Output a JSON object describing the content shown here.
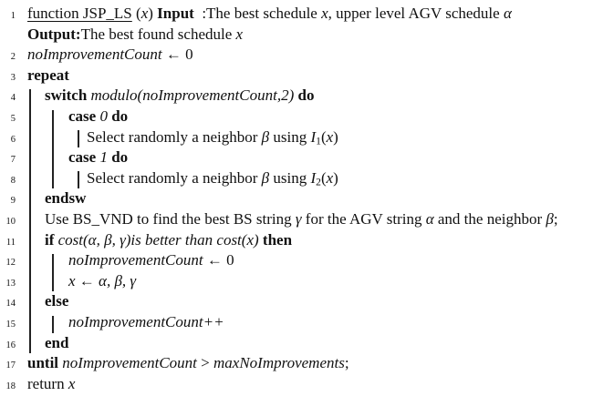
{
  "page": {
    "background": "#ffffff",
    "text_color": "#111111",
    "rule_color": "#222222"
  },
  "algorithm": {
    "function_name": "JSP_LS",
    "lines": [
      {
        "num": "1",
        "indent": 0,
        "segments": [
          {
            "t": "function JSP_LS",
            "s": "u"
          },
          {
            "t": " (",
            "s": ""
          },
          {
            "t": "x",
            "s": "i"
          },
          {
            "t": ") ",
            "s": ""
          },
          {
            "t": "Input",
            "s": "b"
          },
          {
            "t": "  :",
            "s": ""
          },
          {
            "t": "The best schedule ",
            "s": ""
          },
          {
            "t": "x",
            "s": "i"
          },
          {
            "t": ", upper level AGV schedule ",
            "s": ""
          },
          {
            "t": "α",
            "s": "i"
          }
        ]
      },
      {
        "num": "",
        "indent": 0,
        "segments": [
          {
            "t": "Output:",
            "s": "b"
          },
          {
            "t": "The best found schedule ",
            "s": ""
          },
          {
            "t": "x",
            "s": "i"
          }
        ]
      },
      {
        "num": "2",
        "indent": 0,
        "segments": [
          {
            "t": "noImprovementCount",
            "s": "i"
          },
          {
            "t": " ← 0",
            "s": ""
          }
        ]
      },
      {
        "num": "3",
        "indent": 0,
        "segments": [
          {
            "t": "repeat",
            "s": "b"
          }
        ]
      },
      {
        "num": "4",
        "indent": 1,
        "segments": [
          {
            "t": "switch ",
            "s": "b"
          },
          {
            "t": "modulo(noImprovementCount,2)",
            "s": "i"
          },
          {
            "t": " ",
            "s": ""
          },
          {
            "t": "do",
            "s": "b"
          }
        ]
      },
      {
        "num": "5",
        "indent": 2,
        "segments": [
          {
            "t": "case ",
            "s": "b"
          },
          {
            "t": "0",
            "s": "i"
          },
          {
            "t": " ",
            "s": ""
          },
          {
            "t": "do",
            "s": "b"
          }
        ]
      },
      {
        "num": "6",
        "indent": 3,
        "segments": [
          {
            "t": "Select randomly a neighbor ",
            "s": ""
          },
          {
            "t": "β",
            "s": "i"
          },
          {
            "t": " using ",
            "s": ""
          },
          {
            "t": "I",
            "s": "i"
          },
          {
            "t": "1",
            "s": "sub"
          },
          {
            "t": "(",
            "s": ""
          },
          {
            "t": "x",
            "s": "i"
          },
          {
            "t": ")",
            "s": ""
          }
        ]
      },
      {
        "num": "7",
        "indent": 2,
        "segments": [
          {
            "t": "case ",
            "s": "b"
          },
          {
            "t": "1",
            "s": "i"
          },
          {
            "t": " ",
            "s": ""
          },
          {
            "t": "do",
            "s": "b"
          }
        ]
      },
      {
        "num": "8",
        "indent": 3,
        "segments": [
          {
            "t": "Select randomly a neighbor ",
            "s": ""
          },
          {
            "t": "β",
            "s": "i"
          },
          {
            "t": " using ",
            "s": ""
          },
          {
            "t": "I",
            "s": "i"
          },
          {
            "t": "2",
            "s": "sub"
          },
          {
            "t": "(",
            "s": ""
          },
          {
            "t": "x",
            "s": "i"
          },
          {
            "t": ")",
            "s": ""
          }
        ]
      },
      {
        "num": "9",
        "indent": 1,
        "segments": [
          {
            "t": "endsw",
            "s": "b"
          }
        ]
      },
      {
        "num": "10",
        "indent": 1,
        "segments": [
          {
            "t": "Use BS_VND to find the best BS string ",
            "s": ""
          },
          {
            "t": "γ",
            "s": "i"
          },
          {
            "t": " for the AGV string ",
            "s": ""
          },
          {
            "t": "α",
            "s": "i"
          },
          {
            "t": " and the neighbor ",
            "s": ""
          },
          {
            "t": "β",
            "s": "i"
          },
          {
            "t": ";",
            "s": ""
          }
        ]
      },
      {
        "num": "11",
        "indent": 1,
        "segments": [
          {
            "t": "if ",
            "s": "b"
          },
          {
            "t": "cost(α, β, γ)is better than cost(x)",
            "s": "i"
          },
          {
            "t": " ",
            "s": ""
          },
          {
            "t": "then",
            "s": "b"
          }
        ]
      },
      {
        "num": "12",
        "indent": 2,
        "segments": [
          {
            "t": "noImprovementCount",
            "s": "i"
          },
          {
            "t": " ← 0",
            "s": ""
          }
        ]
      },
      {
        "num": "13",
        "indent": 2,
        "segments": [
          {
            "t": "x",
            "s": "i"
          },
          {
            "t": " ← ",
            "s": ""
          },
          {
            "t": "α, β, γ",
            "s": "i"
          }
        ]
      },
      {
        "num": "14",
        "indent": 1,
        "segments": [
          {
            "t": "else",
            "s": "b"
          }
        ]
      },
      {
        "num": "15",
        "indent": 2,
        "segments": [
          {
            "t": "noImprovementCount++",
            "s": "i"
          }
        ]
      },
      {
        "num": "16",
        "indent": 1,
        "segments": [
          {
            "t": "end",
            "s": "b"
          }
        ]
      },
      {
        "num": "17",
        "indent": 0,
        "segments": [
          {
            "t": "until ",
            "s": "b"
          },
          {
            "t": "noImprovementCount",
            "s": "i"
          },
          {
            "t": " > ",
            "s": ""
          },
          {
            "t": "maxNoImprovements",
            "s": "i"
          },
          {
            "t": ";",
            "s": ""
          }
        ]
      },
      {
        "num": "18",
        "indent": 0,
        "segments": [
          {
            "t": "return ",
            "s": ""
          },
          {
            "t": "x",
            "s": "i"
          }
        ]
      }
    ]
  }
}
